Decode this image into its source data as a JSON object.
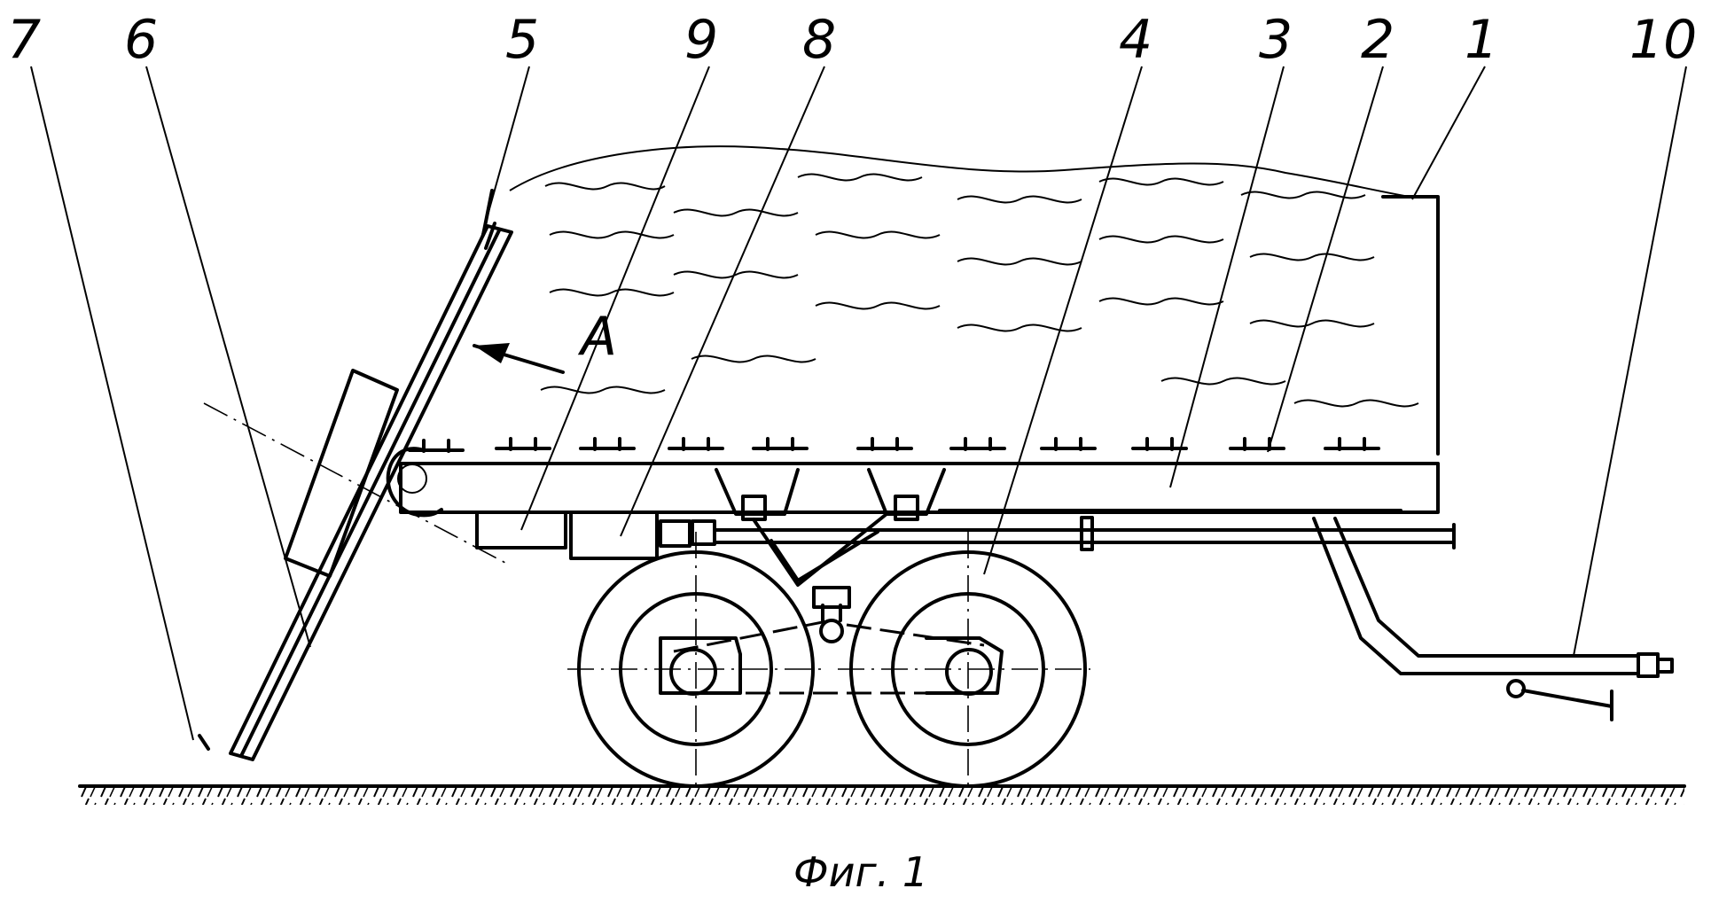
{
  "figure": {
    "caption": "Фиг. 1",
    "view_label": "A",
    "callouts": [
      {
        "label": "7"
      },
      {
        "label": "6"
      },
      {
        "label": "5"
      },
      {
        "label": "9"
      },
      {
        "label": "8"
      },
      {
        "label": "4"
      },
      {
        "label": "3"
      },
      {
        "label": "2"
      },
      {
        "label": "1"
      },
      {
        "label": "10"
      }
    ]
  }
}
